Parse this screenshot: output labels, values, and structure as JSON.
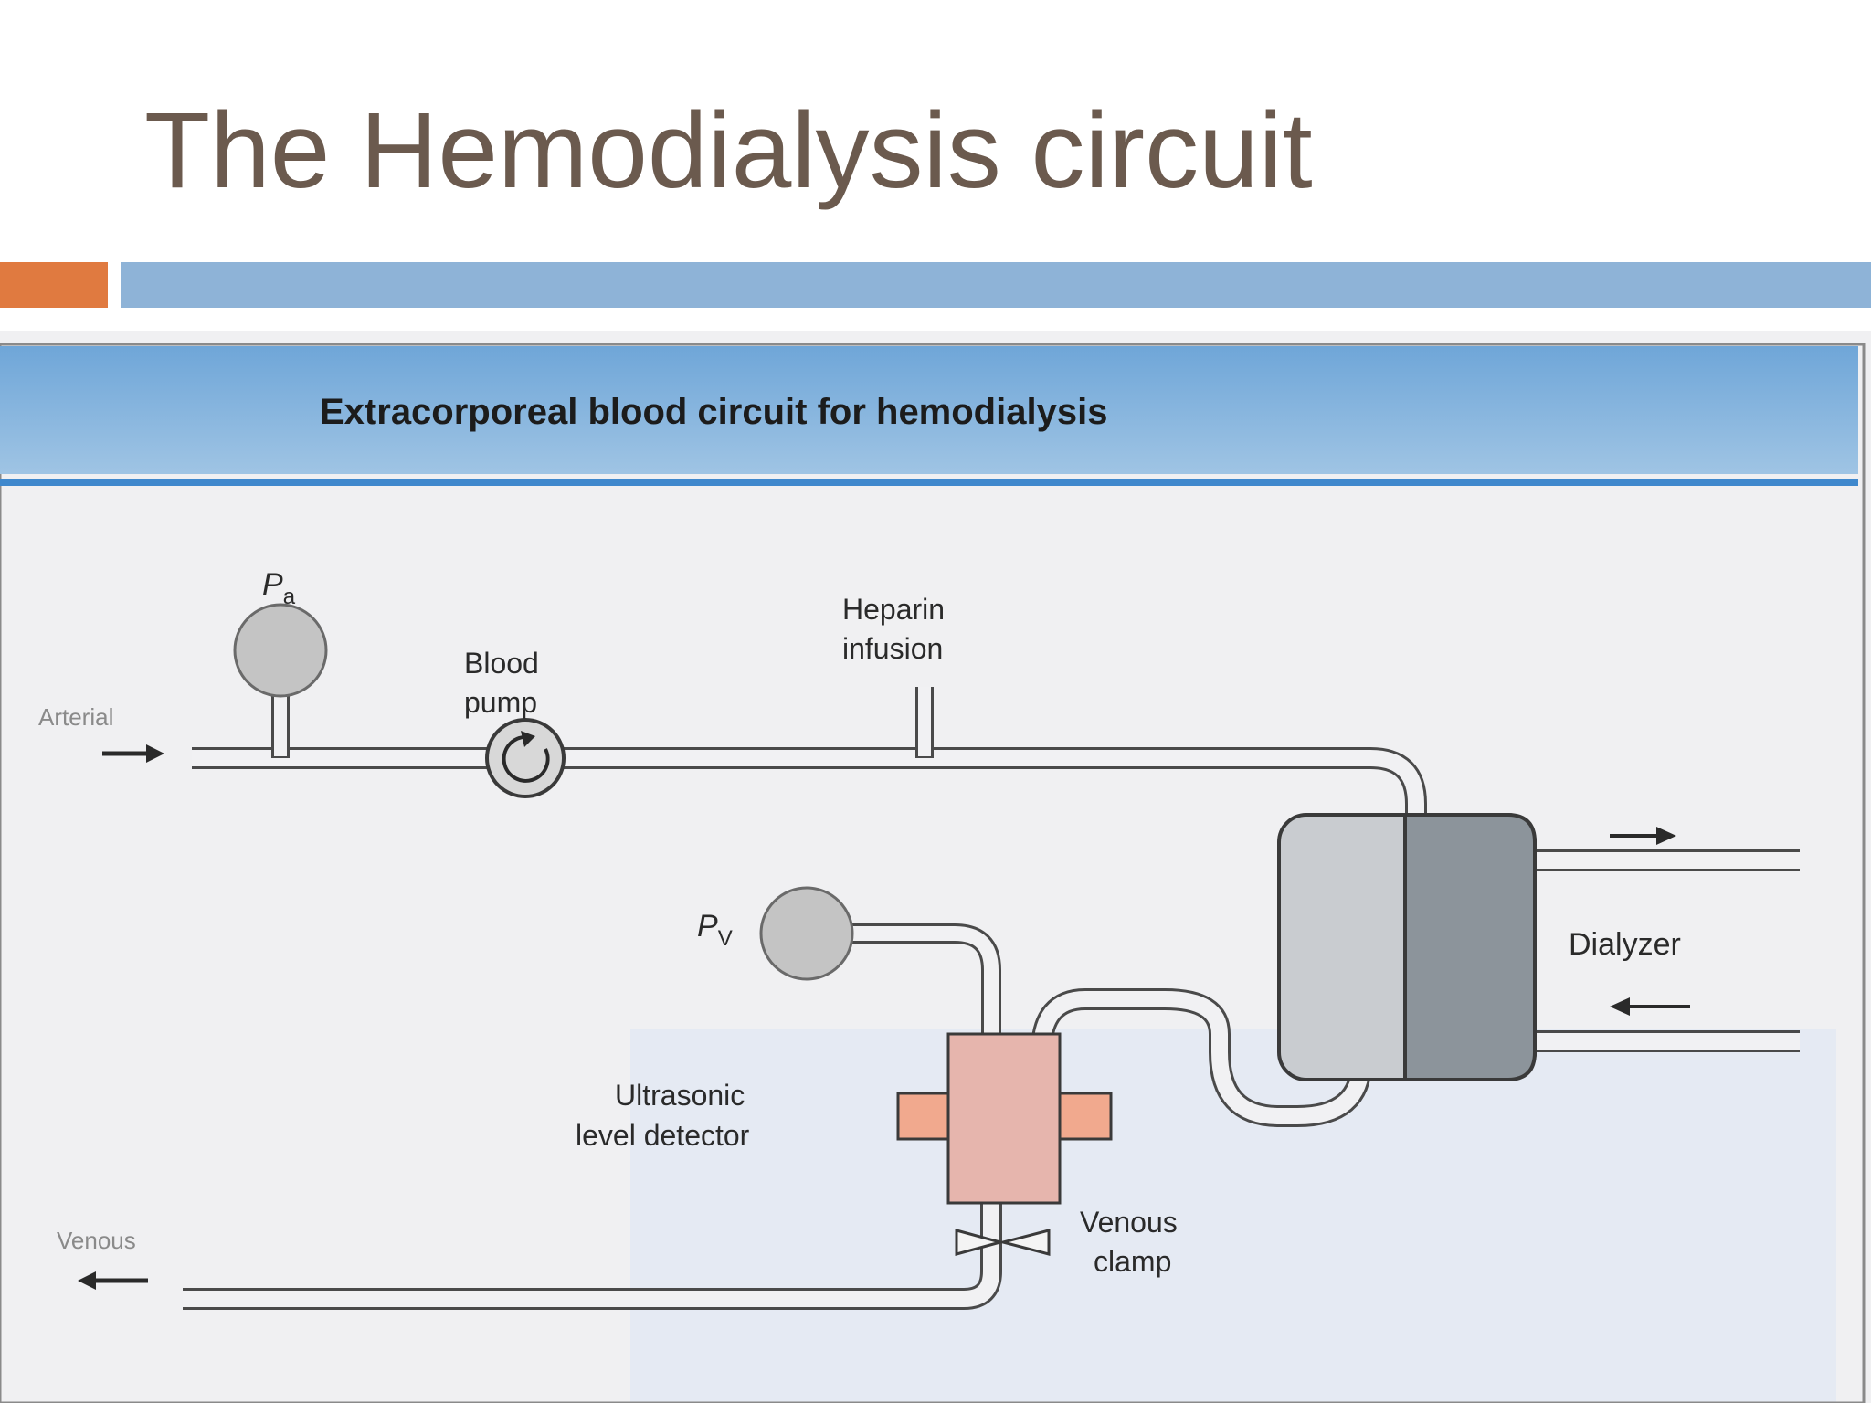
{
  "slide": {
    "title": "The Hemodialysis circuit"
  },
  "figure": {
    "header": "Extracorporeal blood circuit for hemodialysis",
    "labels": {
      "pa_main": "P",
      "pa_sub": "a",
      "pv_main": "P",
      "pv_sub": "V",
      "blood_pump_1": "Blood",
      "blood_pump_2": "pump",
      "heparin_1": "Heparin",
      "heparin_2": "infusion",
      "ultrasonic_1": "Ultrasonic",
      "ultrasonic_2": "level detector",
      "venous_clamp_1": "Venous",
      "venous_clamp_2": "clamp",
      "dialyzer": "Dialyzer",
      "arterial": "Arterial",
      "venous": "Venous"
    }
  },
  "colors": {
    "title_text": "#6b5a4e",
    "accent_orange": "#e07a40",
    "accent_blue": "#8eb3d7",
    "figure_header_blue": "#5e9bd0",
    "detector_pink": "#e6b5ad",
    "detector_clamp_orange": "#f1a98e",
    "gauge_gray": "#c4c4c4",
    "dialyzer_gray_light": "#c9ccd0",
    "dialyzer_gray_dark": "#8c949b"
  }
}
